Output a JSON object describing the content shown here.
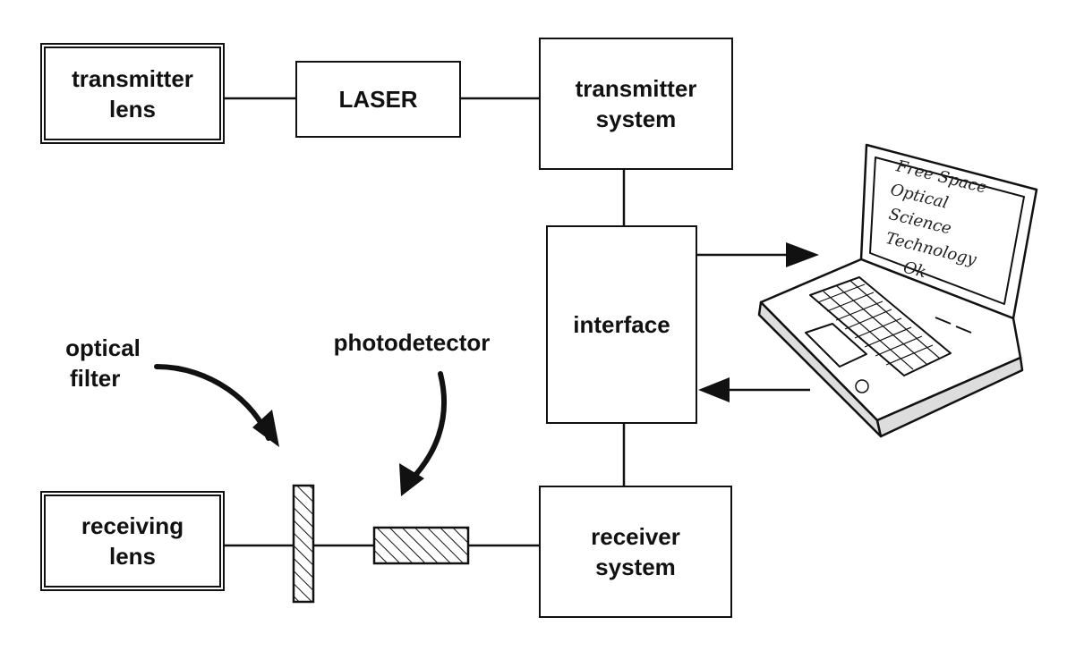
{
  "diagram": {
    "blocks": {
      "transmitter_lens": {
        "line1": "transmitter",
        "line2": "lens"
      },
      "laser": "LASER",
      "transmitter_system": {
        "line1": "transmitter",
        "line2": "system"
      },
      "interface": "interface",
      "receiver_system": {
        "line1": "receiver",
        "line2": "system"
      },
      "receiving_lens": {
        "line1": "receiving",
        "line2": "lens"
      }
    },
    "labels": {
      "optical_filter": {
        "line1": "optical",
        "line2": "filter"
      },
      "photodetector": "photodetector"
    },
    "laptop_screen_scribble": [
      "Free Space",
      "Optical",
      "Science",
      "Technology",
      "Ok"
    ]
  }
}
